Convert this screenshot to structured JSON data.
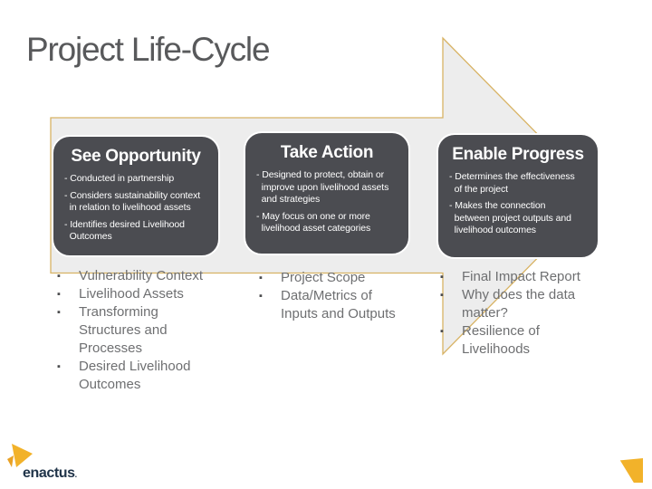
{
  "slide": {
    "title": "Project Life-Cycle"
  },
  "stages": [
    {
      "heading": "See Opportunity",
      "bullets": [
        "- Conducted in partnership",
        "- Considers sustainability context\n  in relation to livelihood assets",
        "- Identifies desired Livelihood\n  Outcomes"
      ]
    },
    {
      "heading": "Take Action",
      "bullets": [
        "- Designed to protect, obtain or\n  improve upon livelihood assets\n  and strategies",
        "- May focus on one or more\n  livelihood asset categories"
      ]
    },
    {
      "heading": "Enable Progress",
      "bullets": [
        "- Determines the effectiveness\n  of the project",
        "- Makes the connection\n  between project outputs and\n  livelihood outcomes"
      ]
    }
  ],
  "details": [
    {
      "items": [
        "Vulnerability Context",
        "Livelihood Assets",
        "Transforming\nStructures and\nProcesses",
        "Desired Livelihood\nOutcomes"
      ]
    },
    {
      "items": [
        "Project Scope",
        "Data/Metrics of\nInputs and Outputs"
      ]
    },
    {
      "items": [
        "Final Impact Report",
        "Why does the data\nmatter?",
        "Resilience of\nLivelihoods"
      ]
    }
  ],
  "bullet_glyph": "▪",
  "logo": {
    "name": "enactus",
    "dot": "."
  },
  "colors": {
    "accent_gold": "#F2B22A",
    "arrow_fill": "#EDEDED",
    "arrow_border": "#D8B364",
    "card_bg": "#4B4C51",
    "card_text": "#FFFFFF",
    "title_text": "#58595B",
    "detail_text": "#6E6F71",
    "wordmark": "#203449"
  }
}
